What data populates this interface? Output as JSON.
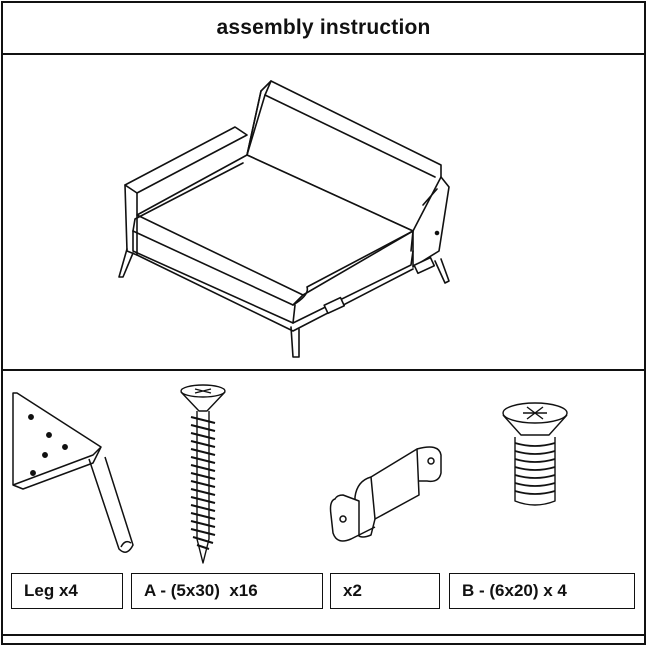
{
  "header": {
    "title": "assembly instruction"
  },
  "parts": [
    {
      "label": "Leg x4"
    },
    {
      "label": "A - (5x30)  x16"
    },
    {
      "label": "x2"
    },
    {
      "label": "B - (6x20) x 4"
    }
  ]
}
